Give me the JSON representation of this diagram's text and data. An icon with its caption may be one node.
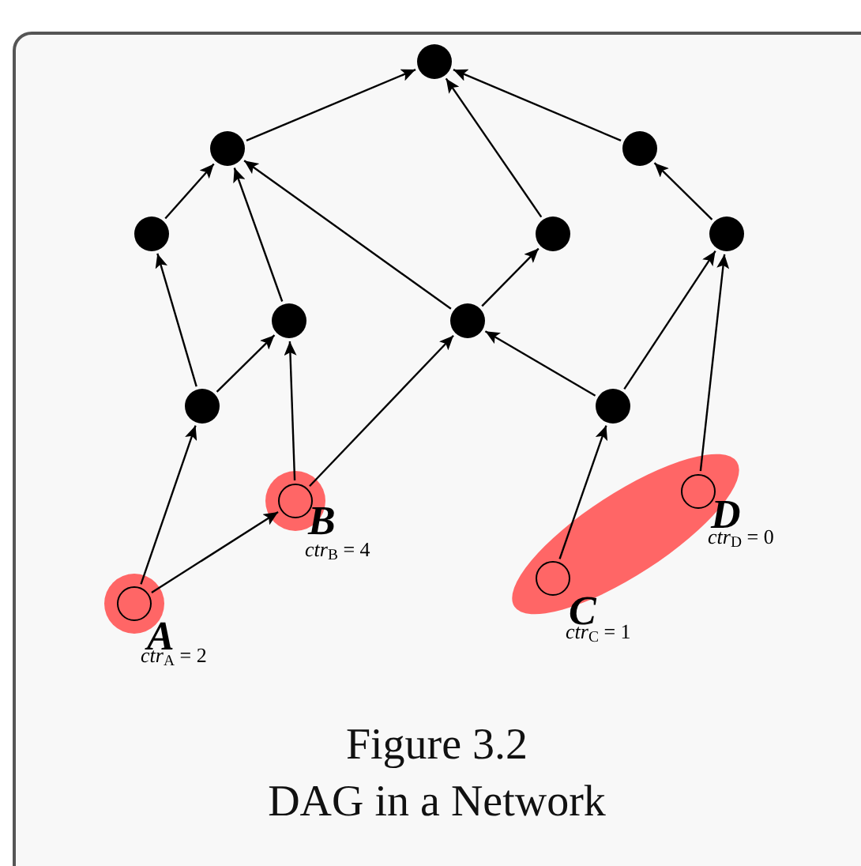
{
  "diagram": {
    "caption": "DAG in a Network",
    "nodes": [
      {
        "text": [],
        "shape": "circle"
      },
      {
        "text": [],
        "shape": "circle"
      },
      {
        "text": [],
        "shape": "circle"
      },
      {
        "text": [],
        "shape": "circle"
      },
      {
        "text": [],
        "shape": "circle"
      },
      {
        "text": [],
        "shape": "circle"
      },
      {
        "text": [],
        "shape": "circle"
      },
      {
        "text": [],
        "shape": "circle"
      },
      {
        "text": [],
        "shape": "circle"
      },
      {
        "text": [],
        "shape": "circle"
      },
      {
        "text": [],
        "shape": "circle",
        "beside": [
          "A",
          "*ctr*$_{A}$ = 2"
        ]
      },
      {
        "text": [],
        "shape": "circle",
        "beside": [
          "B",
          "*ctr*$_{B}$ = 4"
        ]
      },
      {
        "text": [],
        "shape": "circle",
        "beside": [
          "C",
          "*ctr*$_{C}$ = 1"
        ]
      },
      {
        "text": [],
        "shape": "circle",
        "beside": [
          "D",
          "*ctr*$_{D}$ = 0"
        ]
      }
    ],
    "edges": [
      {
        "from": 1,
        "to": 0,
        "arrow": "to"
      },
      {
        "from": 2,
        "to": 0,
        "arrow": "to"
      },
      {
        "from": 4,
        "to": 0,
        "arrow": "to"
      },
      {
        "from": 3,
        "to": 1,
        "arrow": "to"
      },
      {
        "from": 6,
        "to": 1,
        "arrow": "to"
      },
      {
        "from": 7,
        "to": 1,
        "arrow": "to"
      },
      {
        "from": 5,
        "to": 2,
        "arrow": "to"
      },
      {
        "from": 7,
        "to": 4,
        "arrow": "to"
      },
      {
        "from": 8,
        "to": 3,
        "arrow": "to"
      },
      {
        "from": 9,
        "to": 7,
        "arrow": "to"
      },
      {
        "from": 8,
        "to": 6,
        "arrow": "to"
      },
      {
        "from": 11,
        "to": 6,
        "arrow": "to"
      },
      {
        "from": 11,
        "to": 7,
        "arrow": "to"
      },
      {
        "from": 10,
        "to": 8,
        "arrow": "to"
      },
      {
        "from": 10,
        "to": 11,
        "arrow": "to"
      },
      {
        "from": 12,
        "to": 9,
        "arrow": "to"
      },
      {
        "from": 13,
        "to": 5,
        "arrow": "to"
      },
      {
        "from": 9,
        "to": 5,
        "arrow": "to"
      }
    ],
    "labels": [
      "Figure 3.2"
    ]
  }
}
